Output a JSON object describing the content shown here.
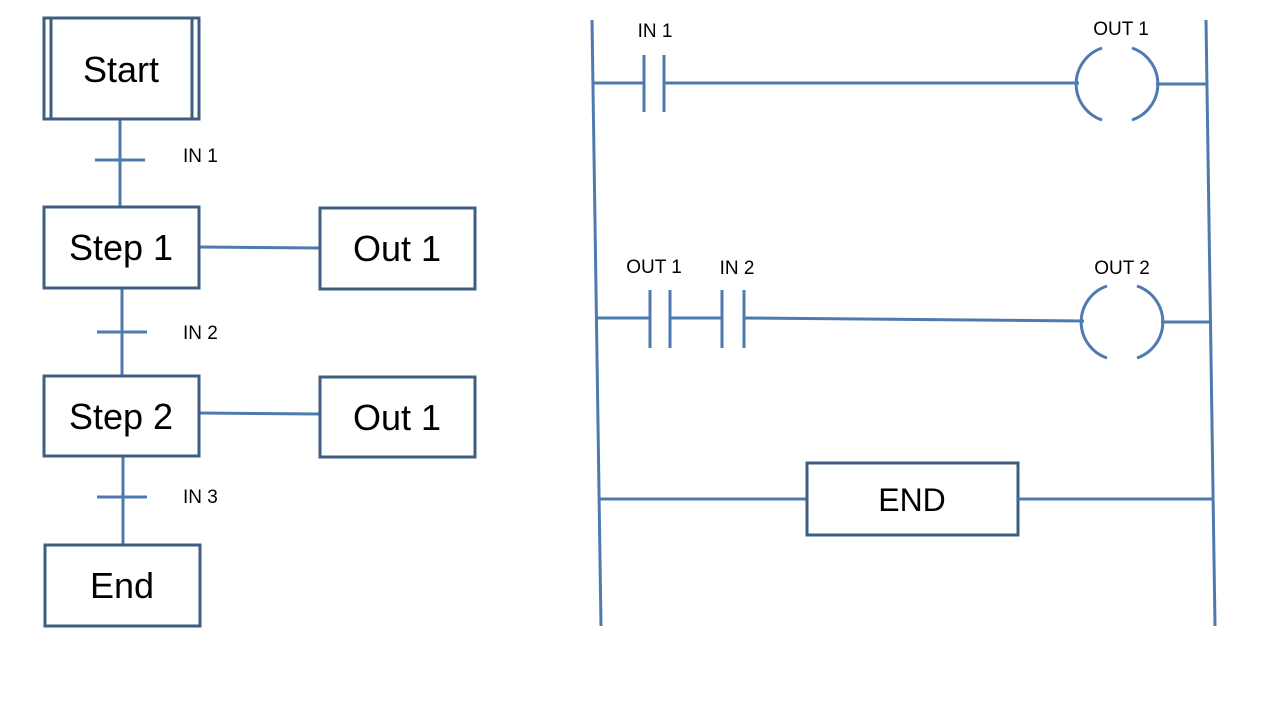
{
  "colors": {
    "wire": "#4f7ab0",
    "box_border": "#3f5d80",
    "text": "#000000",
    "background": "#ffffff"
  },
  "sfc": {
    "start": "Start",
    "step1": "Step 1",
    "step2": "Step 2",
    "end": "End",
    "out_a": "Out 1",
    "out_b": "Out 1",
    "trans1": "IN 1",
    "trans2": "IN 2",
    "trans3": "IN 3"
  },
  "ladder": {
    "rung1": {
      "contact1": "IN 1",
      "coil": "OUT 1"
    },
    "rung2": {
      "contact1": "OUT 1",
      "contact2": "IN 2",
      "coil": "OUT 2"
    },
    "rung3": {
      "end": "END"
    }
  }
}
